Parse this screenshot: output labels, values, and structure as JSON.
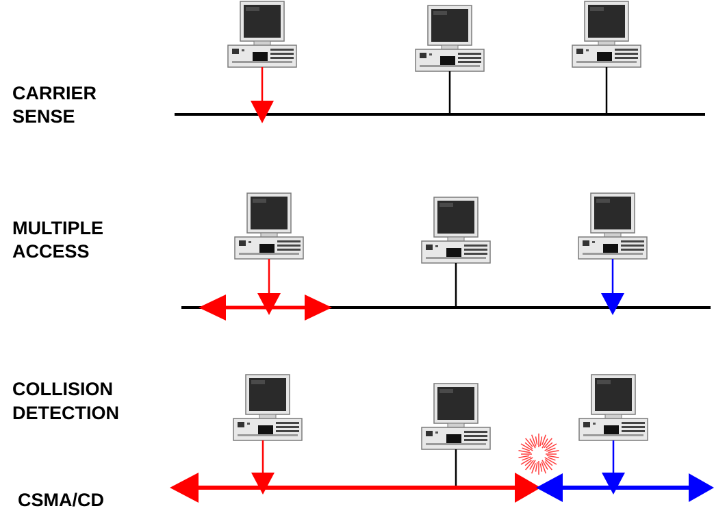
{
  "labels": {
    "row1_line1": "CARRIER",
    "row1_line2": "SENSE",
    "row2_line1": "MULTIPLE",
    "row2_line2": "ACCESS",
    "row3_line1": "COLLISION",
    "row3_line2": "DETECTION",
    "footer": "CSMA/CD"
  },
  "colors": {
    "bus": "#000000",
    "signal_a": "#ff0000",
    "signal_b": "#0000ff",
    "collision_burst": "#ff3b3b"
  },
  "icons": {
    "computer": "desktop-computer-icon",
    "collision": "collision-burst-icon"
  }
}
